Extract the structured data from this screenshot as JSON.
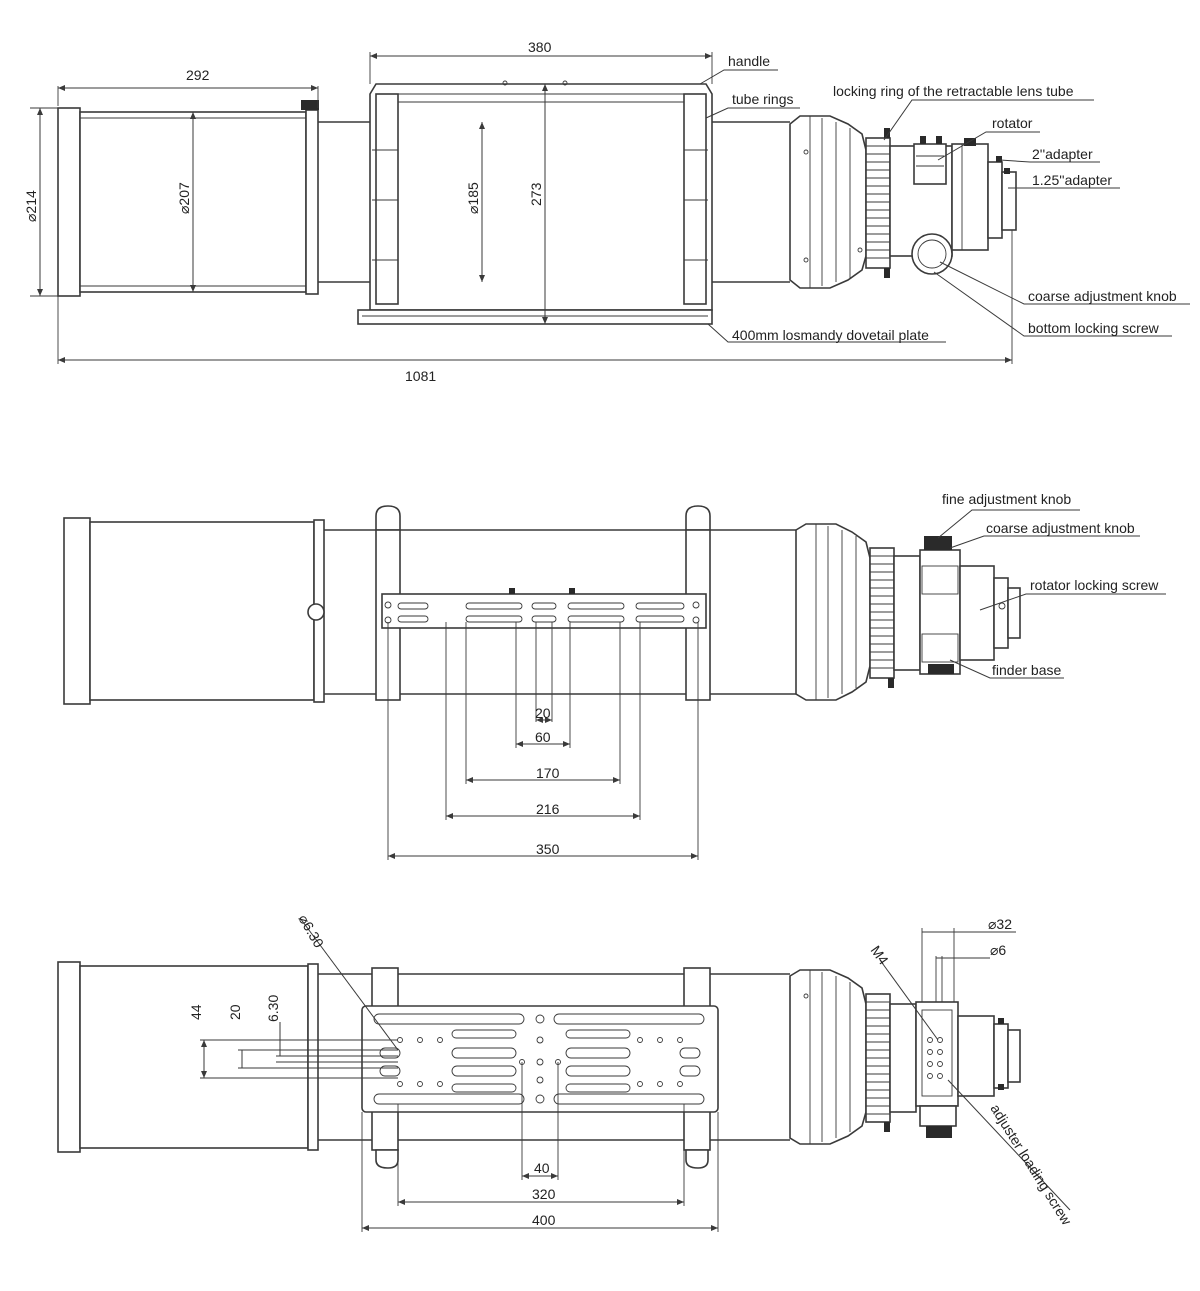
{
  "views": {
    "side": {
      "labels": {
        "handle": "handle",
        "tube_rings": "tube rings",
        "locking_ring": "locking ring of the retractable lens tube",
        "rotator": "rotator",
        "adapter_2": "2''adapter",
        "adapter_125": "1.25''adapter",
        "coarse_knob": "coarse adjustment knob",
        "bottom_screw": "bottom locking screw",
        "dovetail": "400mm losmandy dovetail plate"
      },
      "dims": {
        "d292": "292",
        "d380": "380",
        "d214": "⌀214",
        "d207": "⌀207",
        "d185": "⌀185",
        "d273": "273",
        "d1081": "1081"
      }
    },
    "top": {
      "labels": {
        "fine_knob": "fine adjustment knob",
        "coarse_knob": "coarse adjustment knob",
        "rotator_screw": "rotator locking screw",
        "finder_base": "finder base"
      },
      "dims": {
        "d20": "20",
        "d60": "60",
        "d170": "170",
        "d216": "216",
        "d350": "350"
      }
    },
    "bottom": {
      "labels": {
        "m4": "M4",
        "adjuster_screw": "adjuster loading screw"
      },
      "dims": {
        "d630_diag": "⌀6.30",
        "d44": "44",
        "d20": "20",
        "d630": "6.30",
        "d40": "40",
        "d320": "320",
        "d400": "400",
        "d32": "⌀32",
        "d6": "⌀6"
      }
    }
  }
}
